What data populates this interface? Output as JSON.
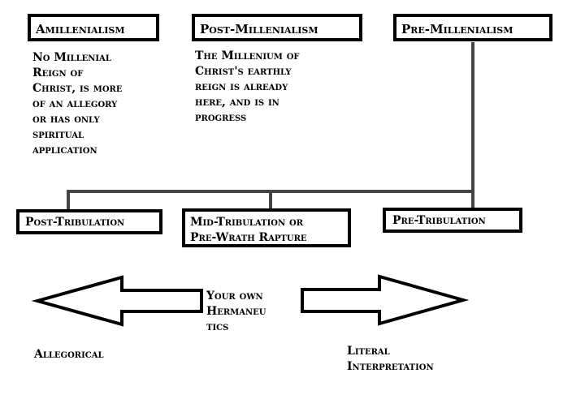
{
  "views": {
    "amillenialism": {
      "title": "Amillenialism",
      "description": [
        "No Millenial",
        "Reign of",
        "Christ, is more",
        "of an allegory",
        "or has only",
        "spiritual",
        "application"
      ]
    },
    "post_millenialism": {
      "title": "Post-Millenialism",
      "description": [
        "The Millenium of",
        "Christ's earthly",
        "reign is already",
        "here, and is in",
        "progress"
      ]
    },
    "pre_millenialism": {
      "title": "Pre-Millenialism"
    }
  },
  "tribulation_views": {
    "post": "Post-Tribulation",
    "mid": [
      "Mid-Tribulation or",
      "Pre-Wrath Rapture"
    ],
    "pre": "Pre-Tribulation"
  },
  "spectrum": {
    "center": [
      "Your own",
      "Hermaneu",
      "tics"
    ],
    "left": "Allegorical",
    "right": [
      "Literal",
      "Interpretation"
    ]
  }
}
